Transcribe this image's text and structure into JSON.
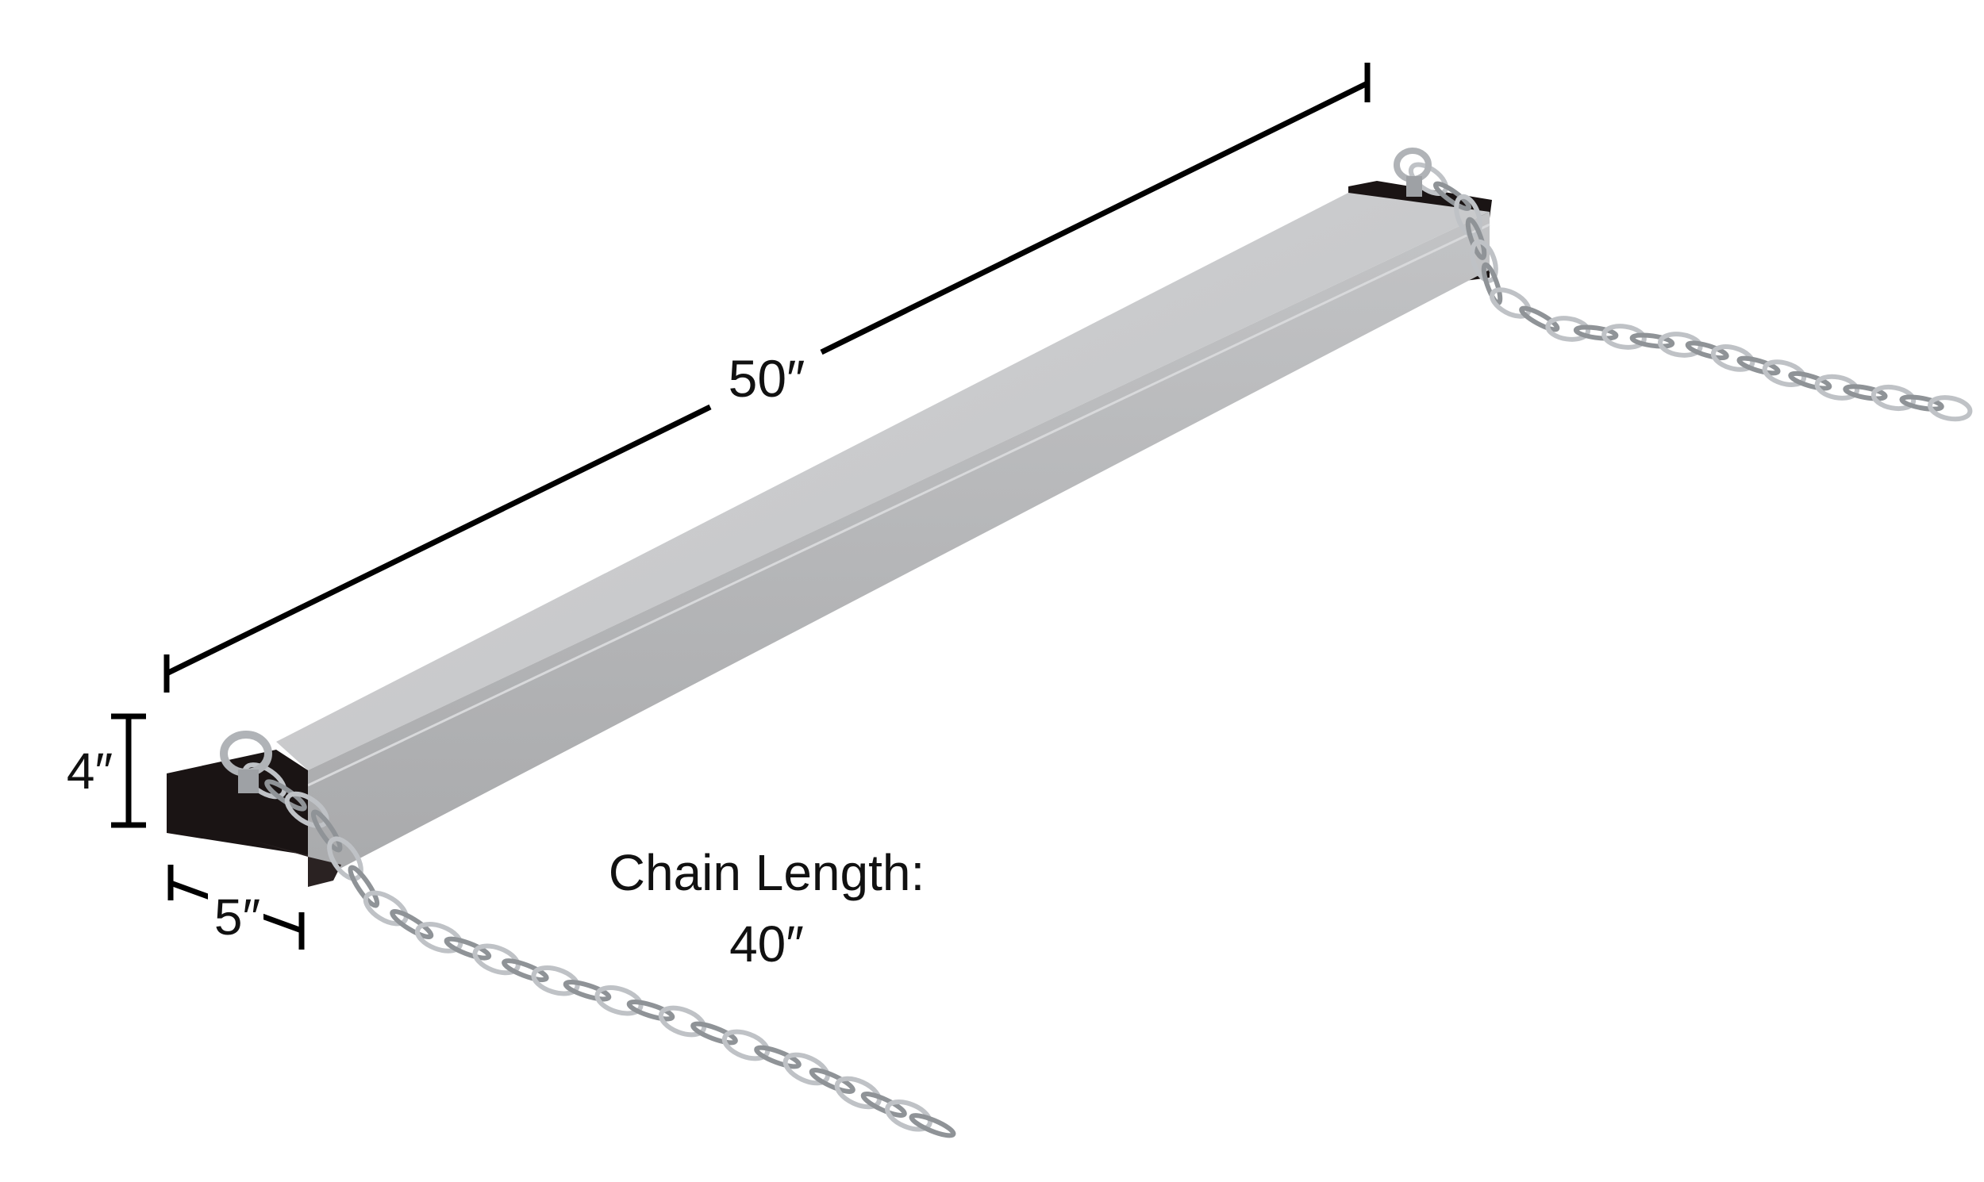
{
  "dimensions": {
    "length": "50″",
    "height": "4″",
    "width": "5″"
  },
  "chain": {
    "label": "Chain Length:",
    "value": "40″"
  },
  "colors": {
    "beam_top": "#c9cacc",
    "beam_side": "#b3b4b6",
    "end_cap": "#1a1414",
    "chain": "#b9bcc0",
    "dimension_line": "#000000"
  }
}
